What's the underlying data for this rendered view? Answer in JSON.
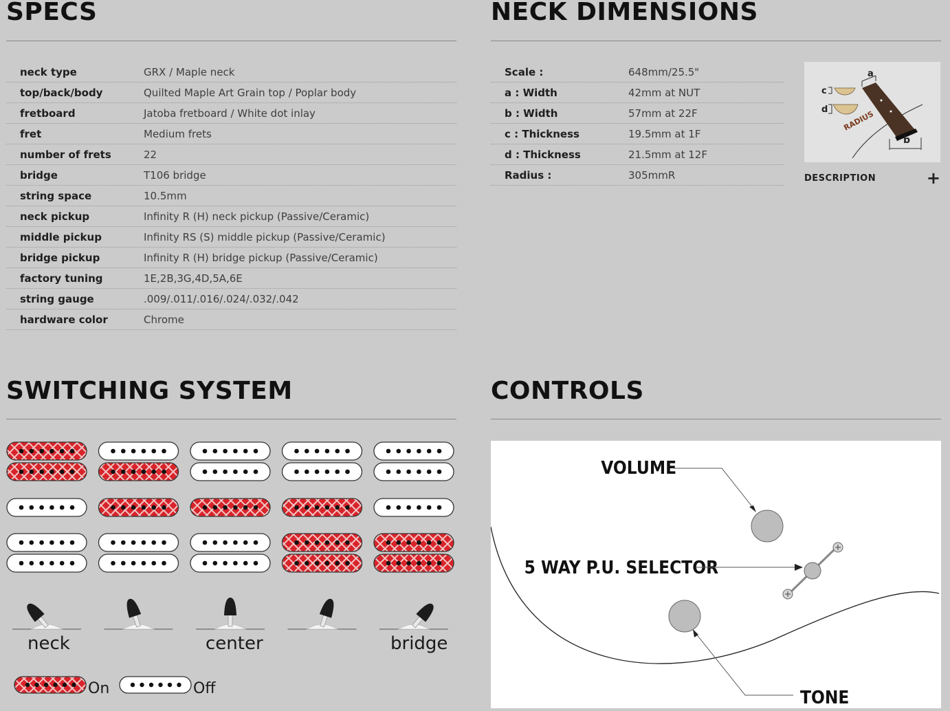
{
  "specs": {
    "title": "SPECS",
    "rows": [
      {
        "key": "neck type",
        "value": "GRX / Maple neck"
      },
      {
        "key": "top/back/body",
        "value": "Quilted Maple Art Grain top / Poplar body"
      },
      {
        "key": "fretboard",
        "value": "Jatoba fretboard / White dot inlay"
      },
      {
        "key": "fret",
        "value": "Medium frets"
      },
      {
        "key": "number of frets",
        "value": "22"
      },
      {
        "key": "bridge",
        "value": "T106 bridge"
      },
      {
        "key": "string space",
        "value": "10.5mm"
      },
      {
        "key": "neck pickup",
        "value": "Infinity R (H) neck pickup (Passive/Ceramic)"
      },
      {
        "key": "middle pickup",
        "value": "Infinity RS (S) middle pickup (Passive/Ceramic)"
      },
      {
        "key": "bridge pickup",
        "value": "Infinity R (H) bridge pickup (Passive/Ceramic)"
      },
      {
        "key": "factory tuning",
        "value": "1E,2B,3G,4D,5A,6E"
      },
      {
        "key": "string gauge",
        "value": ".009/.011/.016/.024/.032/.042"
      },
      {
        "key": "hardware color",
        "value": "Chrome"
      }
    ]
  },
  "neck": {
    "title": "NECK DIMENSIONS",
    "rows": [
      {
        "key": "Scale :",
        "value": "648mm/25.5\""
      },
      {
        "key": "a : Width",
        "value": "42mm at NUT"
      },
      {
        "key": "b : Width",
        "value": "57mm at 22F"
      },
      {
        "key": "c : Thickness",
        "value": "19.5mm at 1F"
      },
      {
        "key": "d : Thickness",
        "value": "21.5mm at 12F"
      },
      {
        "key": "Radius :",
        "value": "305mmR"
      }
    ],
    "diagram": {
      "a": "a",
      "b": "b",
      "c": "c",
      "d": "d",
      "radius": "RADIUS"
    },
    "description_label": "DESCRIPTION",
    "description_icon": "plus-icon"
  },
  "switching": {
    "title": "SWITCHING SYSTEM",
    "positions": [
      {
        "label": "neck",
        "neck": "on",
        "middle": "off",
        "bridge": "off"
      },
      {
        "label": "",
        "neck": "half",
        "middle": "on",
        "bridge": "off"
      },
      {
        "label": "center",
        "neck": "off",
        "middle": "on",
        "bridge": "off"
      },
      {
        "label": "",
        "neck": "off",
        "middle": "on",
        "bridge": "on"
      },
      {
        "label": "bridge",
        "neck": "off",
        "middle": "off",
        "bridge": "on"
      }
    ],
    "legend": {
      "on": "On",
      "off": "Off"
    },
    "colors": {
      "on": "#d8242a",
      "off": "#ffffff"
    }
  },
  "controls": {
    "title": "CONTROLS",
    "volume": "VOLUME",
    "selector": "5 WAY P.U. SELECTOR",
    "tone": "TONE"
  }
}
